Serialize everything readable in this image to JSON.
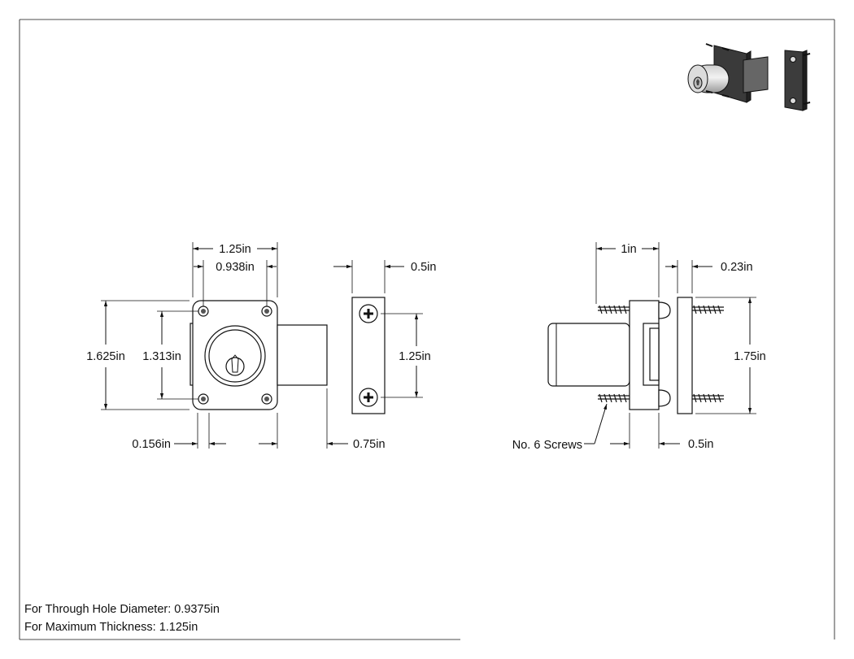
{
  "dimensions": {
    "front_width": "1.25in",
    "front_hole_spacing": "0.938in",
    "plate_thickness": "0.5in",
    "front_height": "1.625in",
    "front_hole_vspacing": "1.313in",
    "plate_hole_spacing": "1.25in",
    "edge_offset": "0.156in",
    "cylinder_length": "0.75in",
    "side_depth": "1in",
    "strike_gap": "0.23in",
    "side_height": "1.75in",
    "strike_thickness": "0.5in"
  },
  "callouts": {
    "screws": "No. 6 Screws"
  },
  "notes": {
    "through_hole": "For Through Hole Diameter: 0.9375in",
    "max_thickness": "For Maximum Thickness: 1.125in"
  }
}
